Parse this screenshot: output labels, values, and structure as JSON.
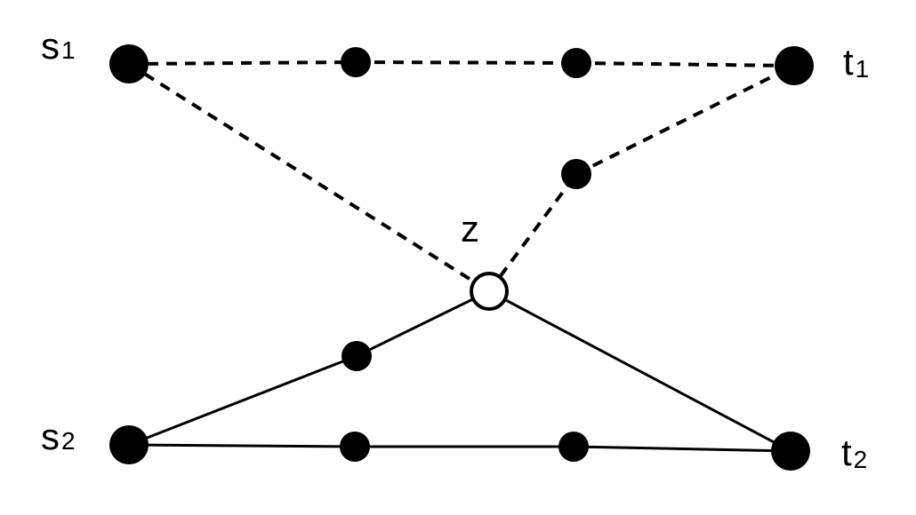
{
  "diagram": {
    "labels": {
      "s1": {
        "main": "s",
        "sub": "1"
      },
      "t1": {
        "main": "t",
        "sub": "1"
      },
      "s2": {
        "main": "s",
        "sub": "2"
      },
      "t2": {
        "main": "t",
        "sub": "2"
      },
      "z": {
        "main": "z"
      }
    },
    "edges": [
      {
        "from": "s1",
        "to": "a1",
        "style": "dashed"
      },
      {
        "from": "a1",
        "to": "a2",
        "style": "dashed"
      },
      {
        "from": "a2",
        "to": "t1",
        "style": "dashed"
      },
      {
        "from": "s1",
        "to": "z",
        "style": "dashed"
      },
      {
        "from": "z",
        "to": "b1",
        "style": "dashed"
      },
      {
        "from": "b1",
        "to": "t1",
        "style": "dashed"
      },
      {
        "from": "s2",
        "to": "c1",
        "style": "solid"
      },
      {
        "from": "c1",
        "to": "z",
        "style": "solid"
      },
      {
        "from": "z",
        "to": "t2",
        "style": "solid"
      },
      {
        "from": "s2",
        "to": "d1",
        "style": "solid"
      },
      {
        "from": "d1",
        "to": "d2",
        "style": "solid"
      },
      {
        "from": "d2",
        "to": "t2",
        "style": "solid"
      }
    ],
    "colors": {
      "stroke": "#000000",
      "background": "#ffffff",
      "hollow_fill": "#ffffff"
    }
  }
}
